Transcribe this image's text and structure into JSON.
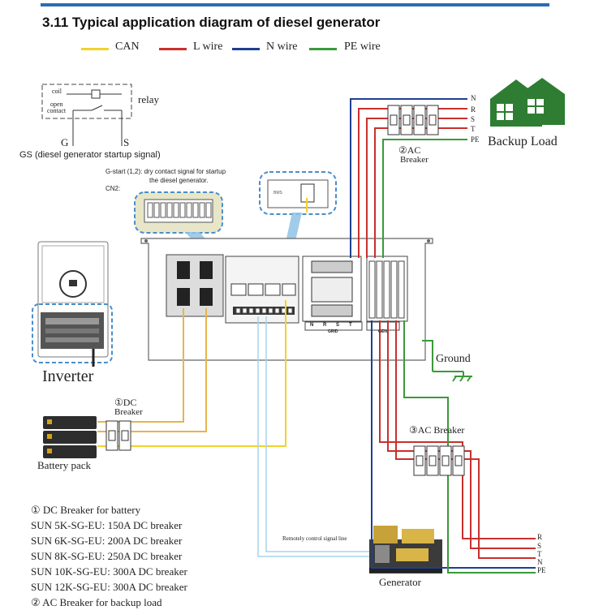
{
  "heading": "3.11 Typical  application diagram of diesel generator",
  "legend": [
    {
      "label": "CAN",
      "color": "#f2d22b"
    },
    {
      "label": "L wire",
      "color": "#c9302c"
    },
    {
      "label": "N wire",
      "color": "#1f3f91"
    },
    {
      "label": "PE wire",
      "color": "#3a9a3a"
    }
  ],
  "relay": {
    "coil": "coil",
    "open_contact_1": "open",
    "open_contact_2": "contact",
    "label": "relay",
    "pin_g": "G",
    "pin_s": "S",
    "caption": "GS (diesel generator startup signal)"
  },
  "gstart": {
    "line1": "G-start (1,2): dry contact signal for startup",
    "line2": "the diesel generator.",
    "cn2": "CN2:"
  },
  "inverter_label": "Inverter",
  "battery_label": "Battery pack",
  "dc_breaker": {
    "num": "①DC",
    "name": "Breaker"
  },
  "ac_breaker_2": {
    "num": "②AC",
    "name": "Breaker"
  },
  "ac_breaker_3": "③AC Breaker",
  "backup_load": "Backup Load",
  "ground": "Ground",
  "generator": "Generator",
  "remote_signal": "Remotely control signal line",
  "backup_terminals": [
    "N",
    "R",
    "S",
    "T",
    "PE"
  ],
  "gen_terminals": [
    "R",
    "S",
    "T",
    "N",
    "PE"
  ],
  "grid_terminals": [
    "N",
    "R",
    "S",
    "T"
  ],
  "grid_label": "GRID",
  "gen_label": "GEN",
  "notes": [
    "① DC Breaker for battery",
    "SUN 5K-SG-EU:  150A DC breaker",
    "SUN 6K-SG-EU:  200A DC breaker",
    "SUN 8K-SG-EU:  250A DC breaker",
    "SUN 10K-SG-EU: 300A DC breaker",
    "SUN 12K-SG-EU: 300A DC breaker",
    "② AC Breaker for  backup load"
  ]
}
